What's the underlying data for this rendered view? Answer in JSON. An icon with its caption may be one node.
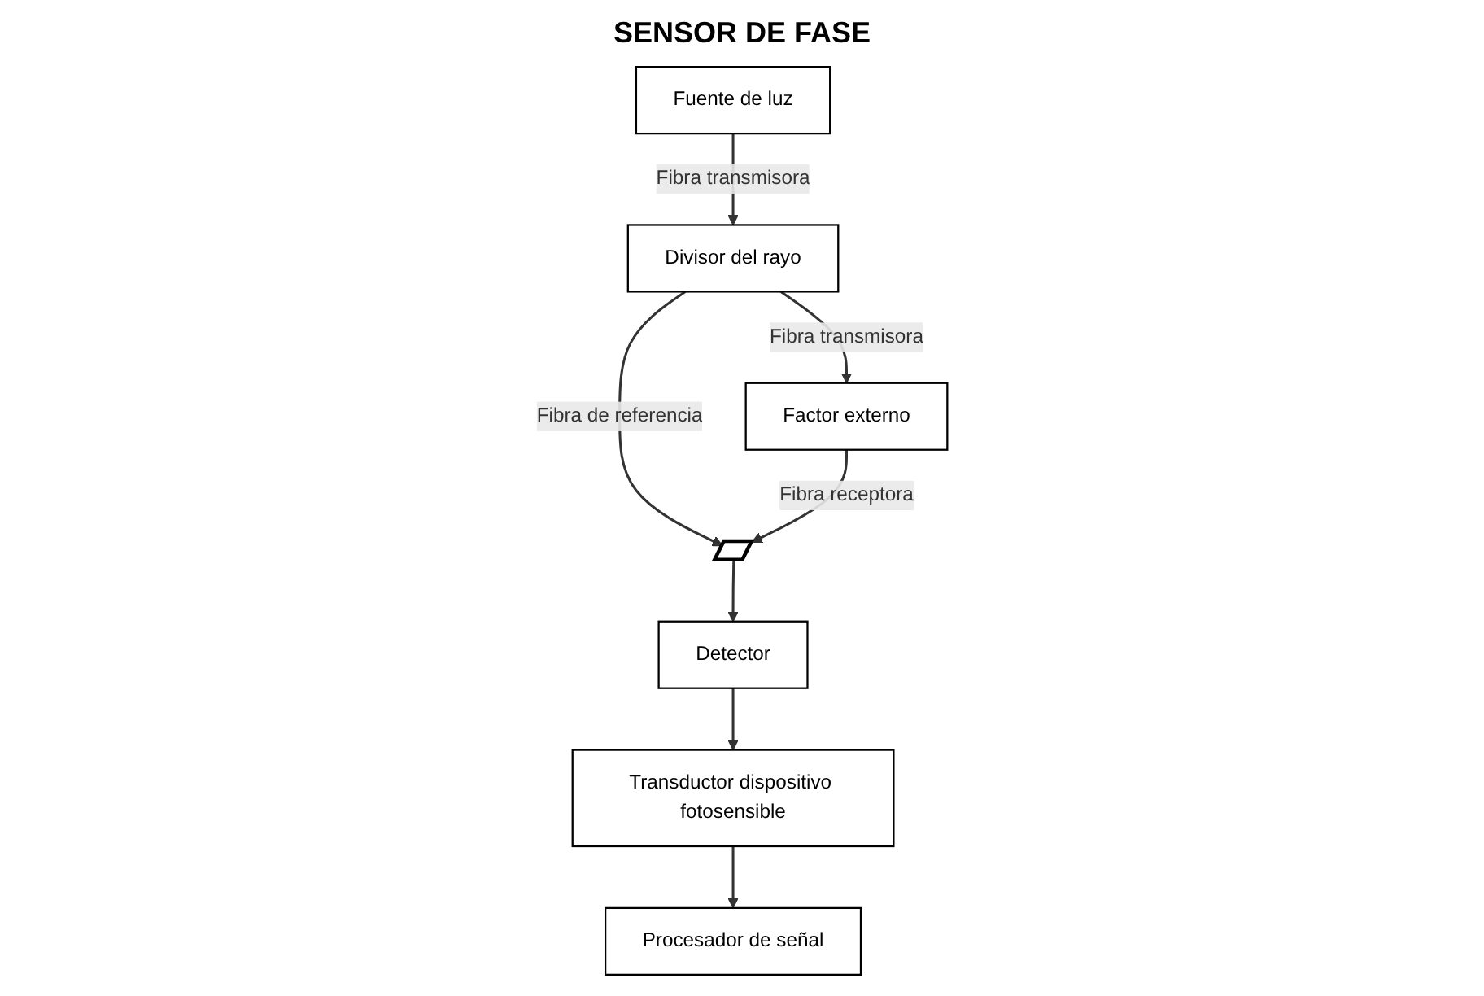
{
  "diagram": {
    "title": "SENSOR DE FASE",
    "nodes": [
      {
        "text": [
          "Fuente de luz"
        ]
      },
      {
        "text": [
          "Procesador de señal"
        ]
      },
      {
        "text": [
          "Transductor dispositivo fotosensible"
        ]
      },
      {
        "text": [
          "Detector"
        ]
      },
      {
        "text": [
          "Divisor del rayo"
        ]
      },
      {
        "text": [],
        "shape": "bar"
      },
      {
        "text": [
          "Factor externo"
        ]
      }
    ],
    "edges": [
      {
        "from": 0,
        "to": 4,
        "arrow": "to",
        "label": "Fibra transmisora"
      },
      {
        "from": 4,
        "to": 5,
        "arrow": "to",
        "label": "Fibra de referencia"
      },
      {
        "from": 4,
        "to": 6,
        "arrow": "to",
        "label": "Fibra transmisora"
      },
      {
        "from": 6,
        "to": 5,
        "arrow": "to",
        "label": "Fibra receptora"
      },
      {
        "from": 5,
        "to": 3,
        "arrow": "to"
      },
      {
        "from": 3,
        "to": 2,
        "arrow": "to"
      },
      {
        "from": 2,
        "to": 1,
        "arrow": "to"
      }
    ]
  }
}
